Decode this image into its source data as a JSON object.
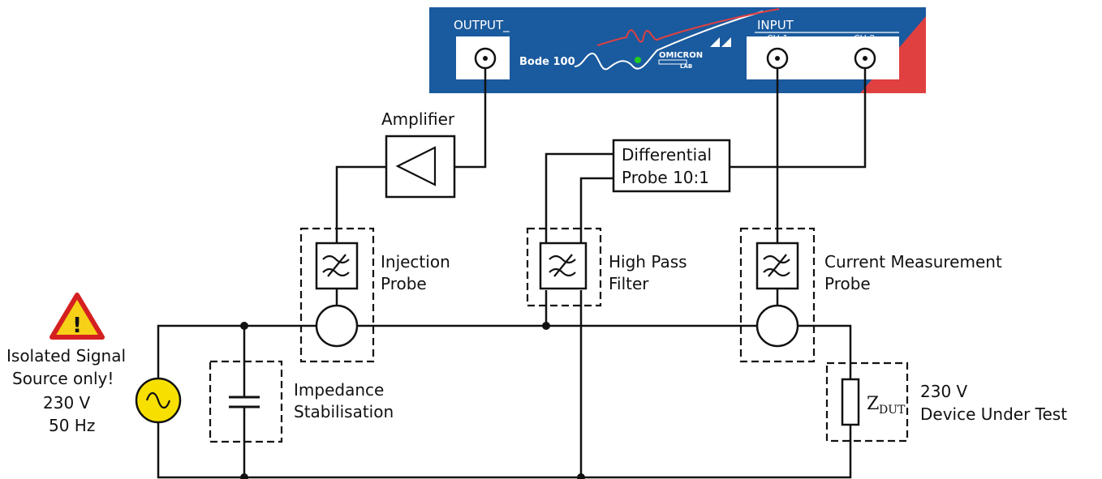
{
  "device": {
    "output_label": "OUTPUT_",
    "input_label": "INPUT",
    "ch1_label": "CH 1",
    "ch2_label": "CH 2",
    "model": "Bode 100",
    "brand_top": "OMICRON",
    "brand_bottom": "LAB",
    "colors": {
      "panel": "#1a5a9e",
      "accent": "#e04040",
      "led": "#22cc22"
    }
  },
  "blocks": {
    "amplifier": "Amplifier",
    "diff_probe_line1": "Differential",
    "diff_probe_line2": "Probe 10:1",
    "injection_line1": "Injection",
    "injection_line2": "Probe",
    "hpf_line1": "High Pass",
    "hpf_line2": "Filter",
    "current_line1": "Current Measurement",
    "current_line2": "Probe",
    "impedance_line1": "Impedance",
    "impedance_line2": "Stabilisation",
    "dut_z": "Z",
    "dut_sub": "DUT",
    "dut_line1": "230 V",
    "dut_line2": "Device Under Test"
  },
  "source": {
    "warning_symbol": "!",
    "line1": "Isolated Signal",
    "line2": "Source only!",
    "line3": "230 V",
    "line4": "50 Hz",
    "colors": {
      "warning_fill": "#f7d117",
      "warning_border": "#d42020",
      "source_fill": "#f7e000"
    }
  }
}
